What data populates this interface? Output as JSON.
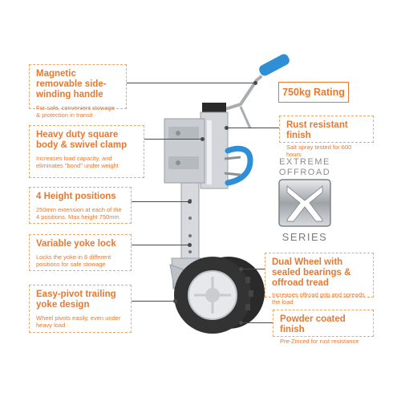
{
  "rating": "750kg Rating",
  "logo": {
    "line1": "EXTREME",
    "line2": "OFFROAD",
    "line3": "SERIES"
  },
  "features": {
    "handle": {
      "title": "Magnetic removable side-winding handle",
      "desc": "For safe, convenient stowage & protection in transit"
    },
    "body": {
      "title": "Heavy duty square body & swivel clamp",
      "desc": "Increases load capacity, and eliminates \"bond\" under weight"
    },
    "height": {
      "title": "4 Height positions",
      "desc": "250mm extension at each of the 4 positions. Max height 750mm"
    },
    "yoke": {
      "title": "Variable yoke lock",
      "desc": "Locks the yoke in 6 different positions for safe stowage"
    },
    "pivot": {
      "title": "Easy-pivot trailing yoke design",
      "desc": "Wheel pivots easily, even under heavy load"
    },
    "rust": {
      "title": "Rust resistant finish",
      "desc": "Salt spray tested for 600 hours"
    },
    "wheel": {
      "title": "Dual Wheel with sealed bearings & offroad tread",
      "desc": "Increases offroad grip and spreads the load"
    },
    "powder": {
      "title": "Powder coated finish",
      "desc": "Pre-Zinced for rust resistance"
    }
  },
  "colors": {
    "accent": "#e8782f",
    "handle_grip": "#2f8fd6",
    "metal": "#d2d6da",
    "tyre": "#2a2a2a"
  }
}
